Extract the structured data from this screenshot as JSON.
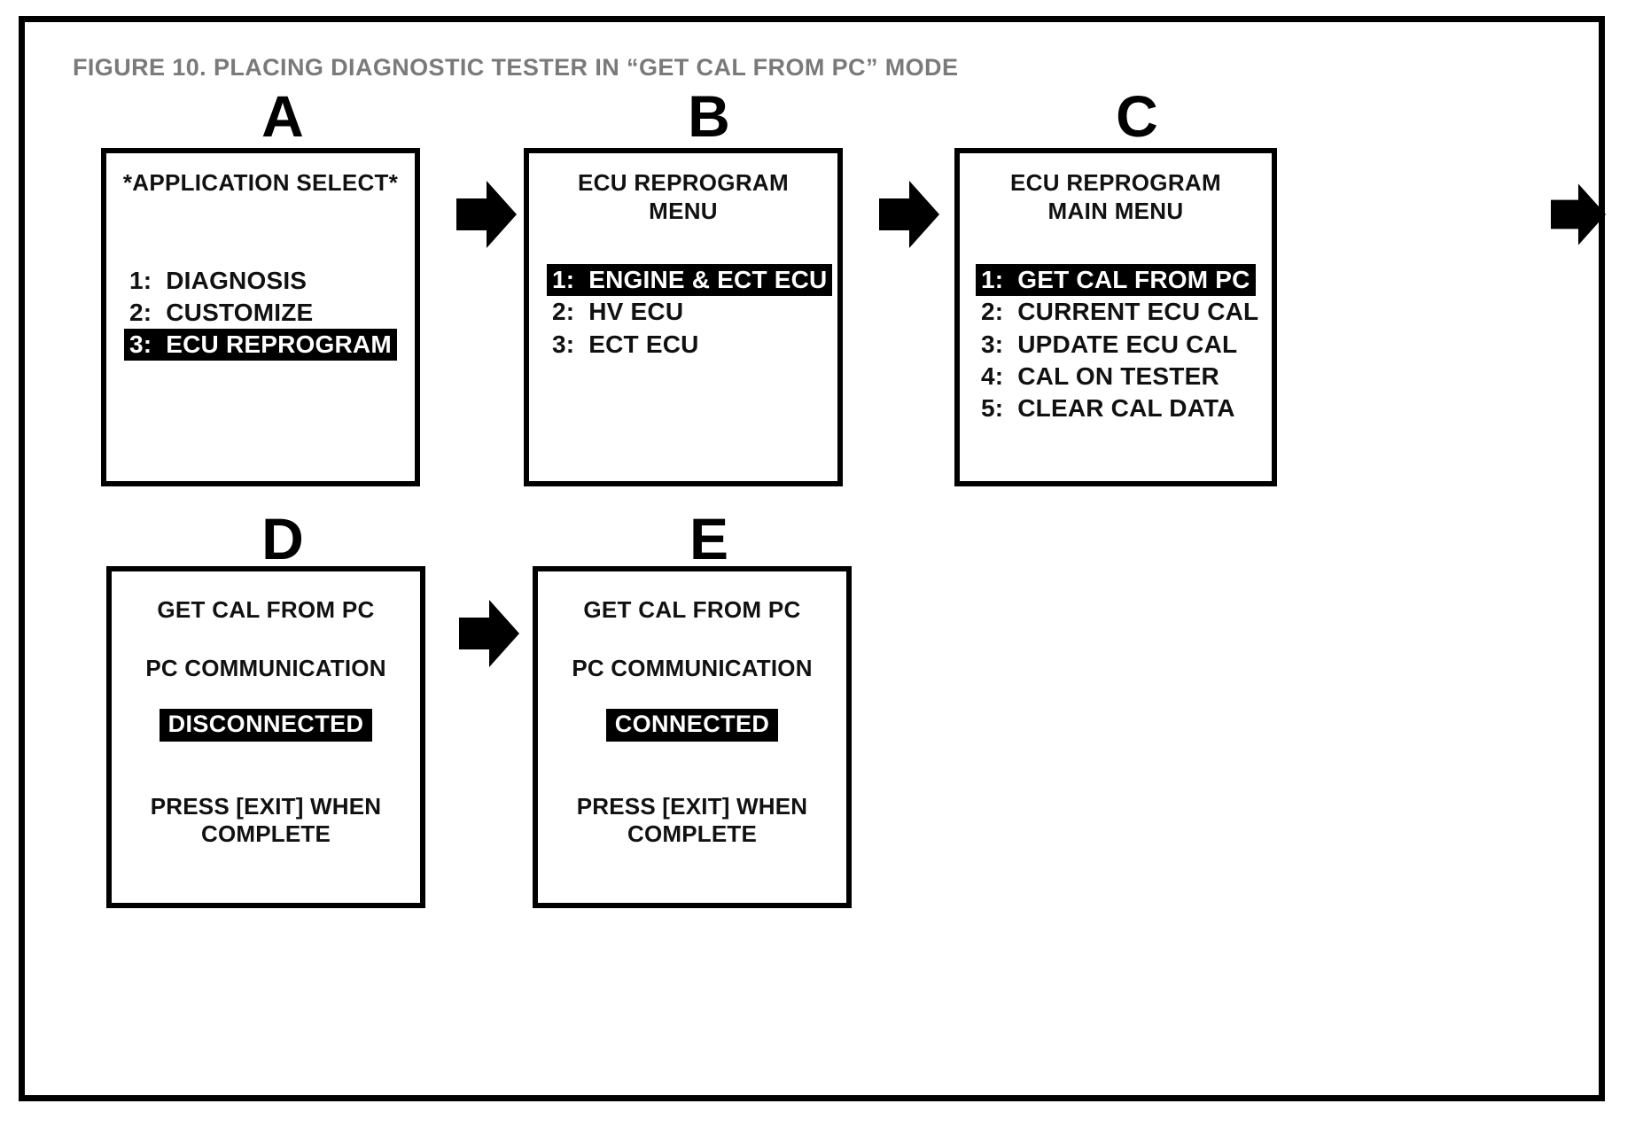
{
  "figure": {
    "title": "FIGURE 10.  PLACING DIAGNOSTIC TESTER IN “GET CAL FROM PC” MODE",
    "title_color": "#7a7a7a",
    "frame_color": "#000000",
    "background": "#ffffff",
    "highlight_bg": "#000000",
    "highlight_fg": "#ffffff"
  },
  "panels": {
    "a": {
      "letter": "A",
      "screen_title": "*APPLICATION SELECT*",
      "items": [
        {
          "label": "1:  DIAGNOSIS",
          "selected": false
        },
        {
          "label": "2:  CUSTOMIZE",
          "selected": false
        },
        {
          "label": "3:  ECU REPROGRAM",
          "selected": true
        }
      ]
    },
    "b": {
      "letter": "B",
      "screen_title": "ECU REPROGRAM\nMENU",
      "items": [
        {
          "label": "1:  ENGINE & ECT ECU",
          "selected": true
        },
        {
          "label": "2:  HV ECU",
          "selected": false
        },
        {
          "label": "3:  ECT ECU",
          "selected": false
        }
      ]
    },
    "c": {
      "letter": "C",
      "screen_title": "ECU REPROGRAM\nMAIN MENU",
      "items": [
        {
          "label": "1:  GET CAL FROM PC",
          "selected": true
        },
        {
          "label": "2:  CURRENT ECU CAL",
          "selected": false
        },
        {
          "label": "3:  UPDATE ECU CAL",
          "selected": false
        },
        {
          "label": "4:  CAL ON TESTER",
          "selected": false
        },
        {
          "label": "5:  CLEAR CAL DATA",
          "selected": false
        }
      ]
    },
    "d": {
      "letter": "D",
      "screen_title": "GET CAL FROM PC",
      "status_label": "PC COMMUNICATION",
      "status_value": "DISCONNECTED",
      "footer": "PRESS [EXIT] WHEN\nCOMPLETE"
    },
    "e": {
      "letter": "E",
      "screen_title": "GET CAL FROM PC",
      "status_label": "PC COMMUNICATION",
      "status_value": "CONNECTED",
      "footer": "PRESS [EXIT] WHEN\nCOMPLETE"
    }
  },
  "arrows": [
    {
      "name": "arrow-a-to-b",
      "direction": "right"
    },
    {
      "name": "arrow-b-to-c",
      "direction": "right"
    },
    {
      "name": "arrow-c-to-d",
      "direction": "right"
    },
    {
      "name": "arrow-d-to-e",
      "direction": "right"
    }
  ]
}
